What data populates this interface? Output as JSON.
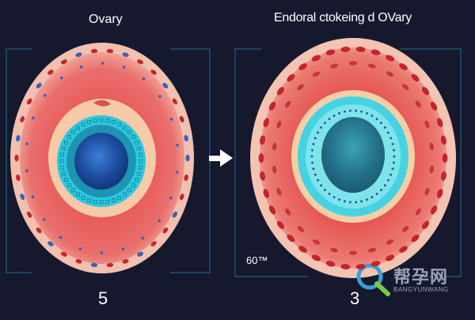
{
  "panels": {
    "left": {
      "title": "Ovary",
      "number": "5"
    },
    "right": {
      "title": "Endoral ctokeing d OVary",
      "number": "3",
      "side_note": "60™"
    }
  },
  "watermark": {
    "chinese": "帮孕网",
    "english": "BANGYUNWANG"
  },
  "icons": {
    "transition": "arrow-right-icon",
    "watermark_logo": "search-magnifier-icon"
  },
  "colors": {
    "background": "#16182e",
    "frame_line": "#1f5e7e",
    "outer_tissue": "#f2c3b2",
    "stroma_red": "#e0464a",
    "inner_ring": "#f6c9a6",
    "follicle_cyan": "#45d3e4",
    "follicle_core_blue": "#1c4ea2",
    "follicle_core_teal": "#2d8ba0",
    "vessel_red": "#c5242b",
    "cell_blue": "#3a60b8"
  }
}
